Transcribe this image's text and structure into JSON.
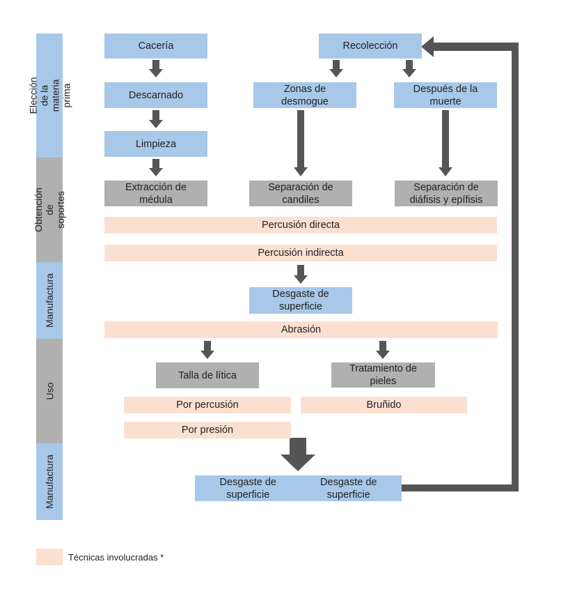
{
  "phases": {
    "seleccion": "Elección de la materia prima",
    "obtencion": "Obtención de soportes",
    "manufactura1": "Manufactura",
    "uso": "Uso",
    "manufactura2": "Manufactura"
  },
  "nodes": {
    "caceria": "Cacería",
    "recoleccion": "Recolección",
    "descarnado": "Descarnado",
    "zonas_desmogue": "Zonas de desmogue",
    "despues_muerte": "Después de la muerte",
    "limpieza": "Limpieza",
    "extraccion_medula": "Extracción de médula",
    "separacion_candiles": "Separación de candiles",
    "separacion_diafisis": "Separación de diáfisis y epífisis",
    "desgaste_superficie_1": "Desgaste de superficie",
    "talla_litica": "Talla de lítica",
    "tratamiento_pieles": "Tratamiento de pieles",
    "desgaste_superficie_2a": "Desgaste de superficie",
    "desgaste_superficie_2b": "Desgaste de superficie"
  },
  "techniques": {
    "percusion_directa": "Percusión directa",
    "percusion_indirecta": "Percusión indirecta",
    "abrasion": "Abrasión",
    "por_percusion": "Por percusión",
    "brunido": "Bruñido",
    "por_presion": "Por presión"
  },
  "legend": {
    "label": "Técnicas involucradas *"
  },
  "colors": {
    "blue": "#a7c8e8",
    "gray": "#b0b0b0",
    "technique": "#fbe0d2",
    "arrow": "#555555"
  }
}
